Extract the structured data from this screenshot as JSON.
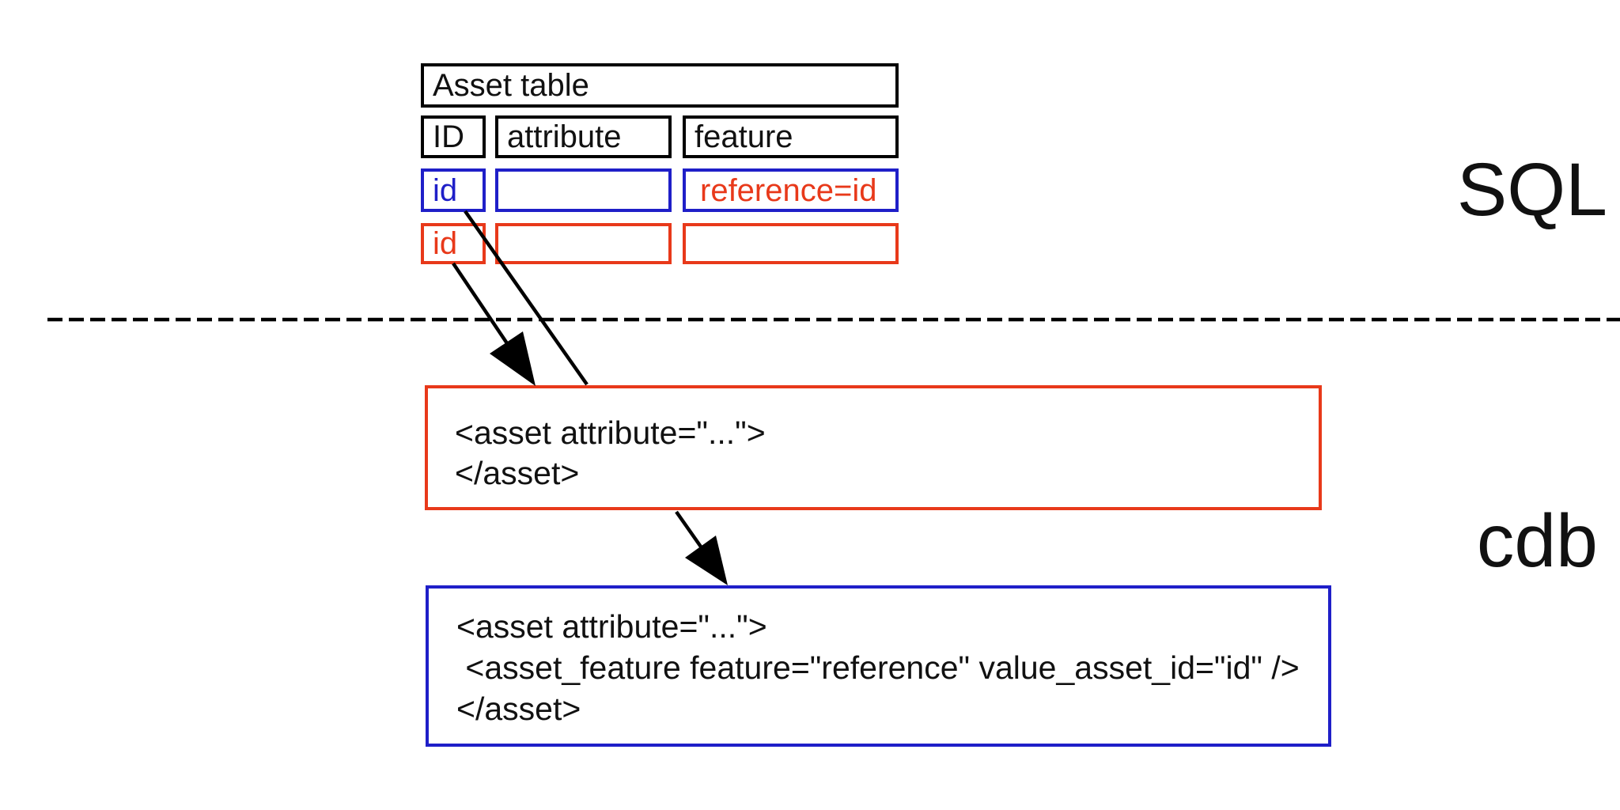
{
  "diagram": {
    "region_labels": {
      "top": "SQL",
      "bottom": "cdb"
    }
  },
  "table": {
    "title": "Asset table",
    "columns": [
      "ID",
      "attribute",
      "feature"
    ],
    "rows": [
      {
        "id": "id",
        "attribute": "",
        "feature": "reference=id"
      },
      {
        "id": "id",
        "attribute": "",
        "feature": ""
      }
    ]
  },
  "code_boxes": {
    "red_asset": {
      "lines": [
        "<asset attribute=\"...\">",
        "</asset>"
      ]
    },
    "blue_asset": {
      "lines": [
        "<asset attribute=\"...\">",
        " <asset_feature feature=\"reference\" value_asset_id=\"id\" />",
        "</asset>"
      ]
    }
  },
  "colors": {
    "red": "#e8391a",
    "blue": "#1f1fc8",
    "ink": "#111111"
  }
}
